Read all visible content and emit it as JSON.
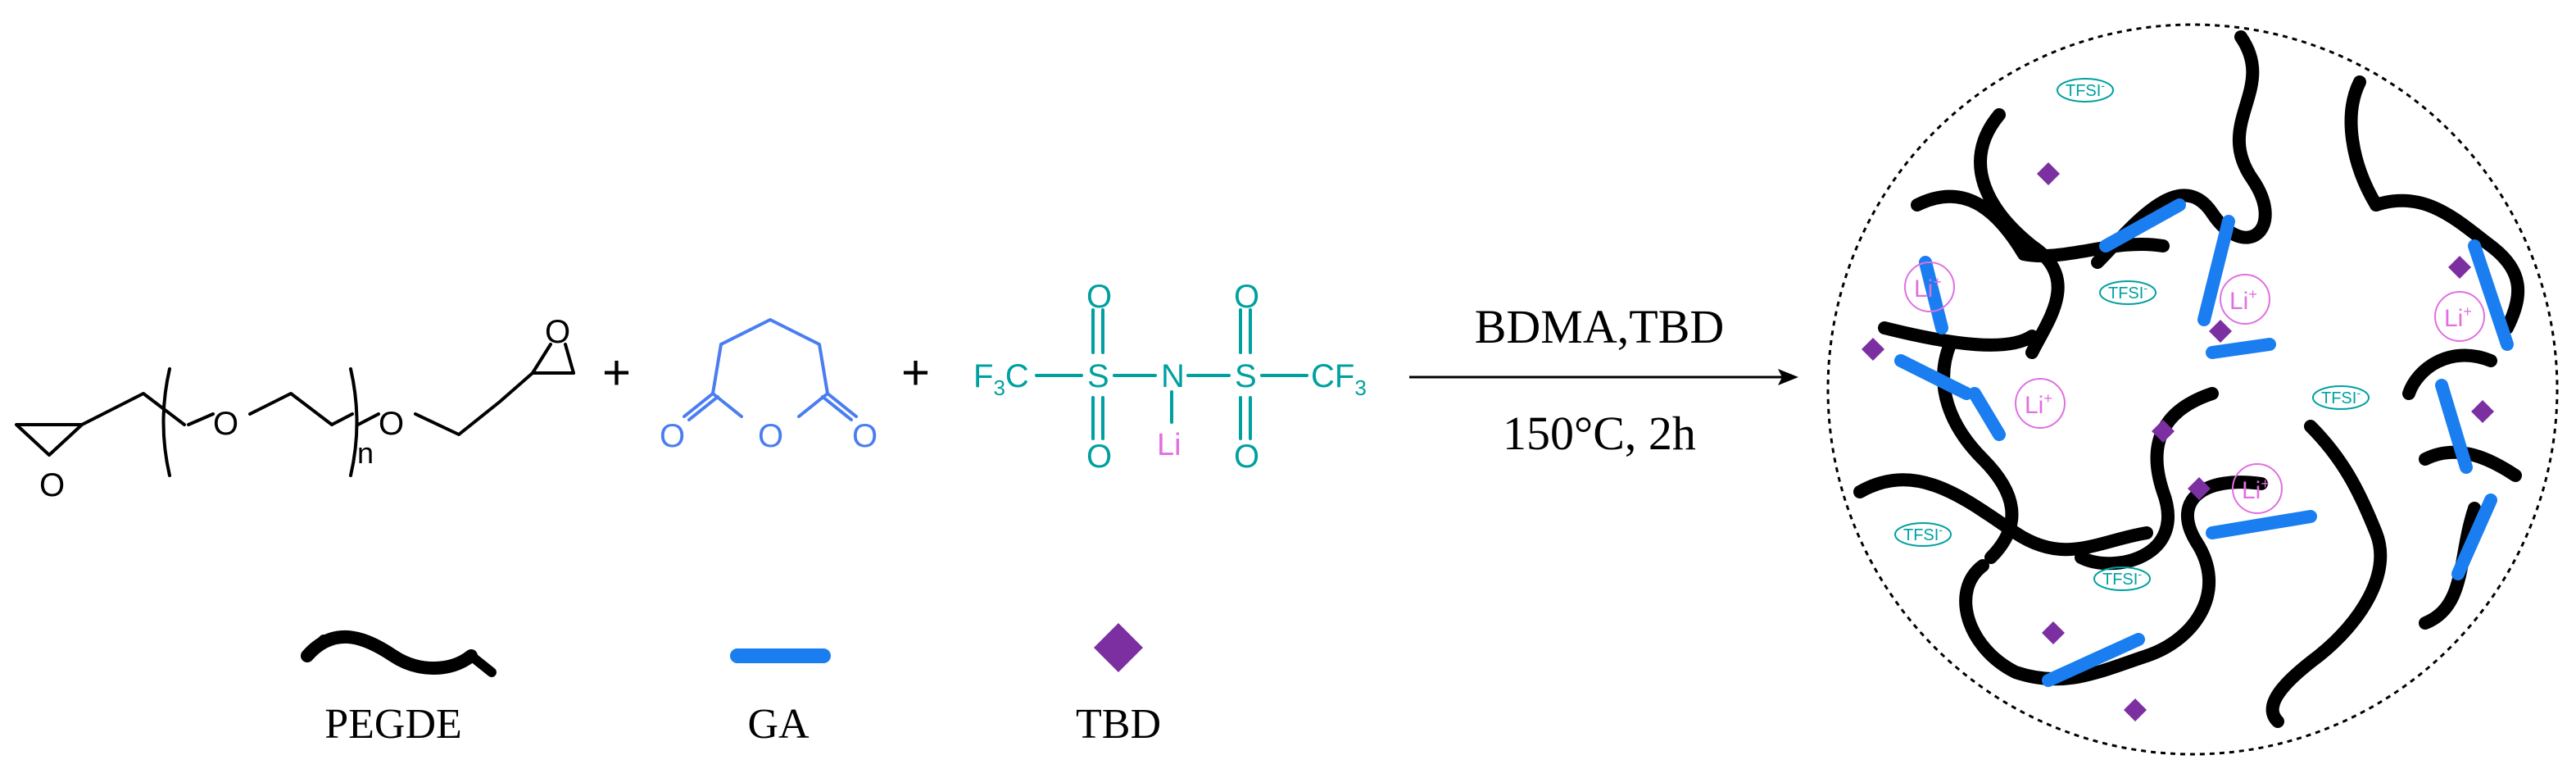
{
  "pegde": {
    "oxygen_left": "O",
    "oxygen_chain": "O",
    "oxygen_right": "O",
    "oxygen_epoxide_right": "O",
    "subscript_n": "n"
  },
  "plus_1": "+",
  "plus_2": "+",
  "ga": {
    "oxygen_carbonyl_left": "O",
    "oxygen_ring": "O",
    "oxygen_carbonyl_right": "O"
  },
  "litfsi": {
    "cf3_left_main": "F",
    "cf3_left_sub": "3",
    "cf3_left_tail": "C",
    "s_left": "S",
    "n": "N",
    "s_right": "S",
    "cf3_right": "CF",
    "cf3_right_sub": "3",
    "o_top_left": "O",
    "o_bottom_left": "O",
    "o_top_right": "O",
    "o_bottom_right": "O",
    "li": "Li"
  },
  "reaction": {
    "reagents": "BDMA,TBD",
    "conditions": "150°C, 2h"
  },
  "network": {
    "li_label": "Li",
    "li_charge": "+",
    "tfsi_label": "TFSI",
    "tfsi_charge": "-"
  },
  "legend": {
    "pegde_label": "PEGDE",
    "ga_label": "GA",
    "tbd_label": "TBD"
  },
  "colors": {
    "black": "#000000",
    "ga_blue": "#1a7ef0",
    "ga_line_blue": "#4a7df0",
    "litfsi_teal": "#00a0a0",
    "li_pink": "#e070e0",
    "tbd_purple": "#7b2fa0"
  }
}
